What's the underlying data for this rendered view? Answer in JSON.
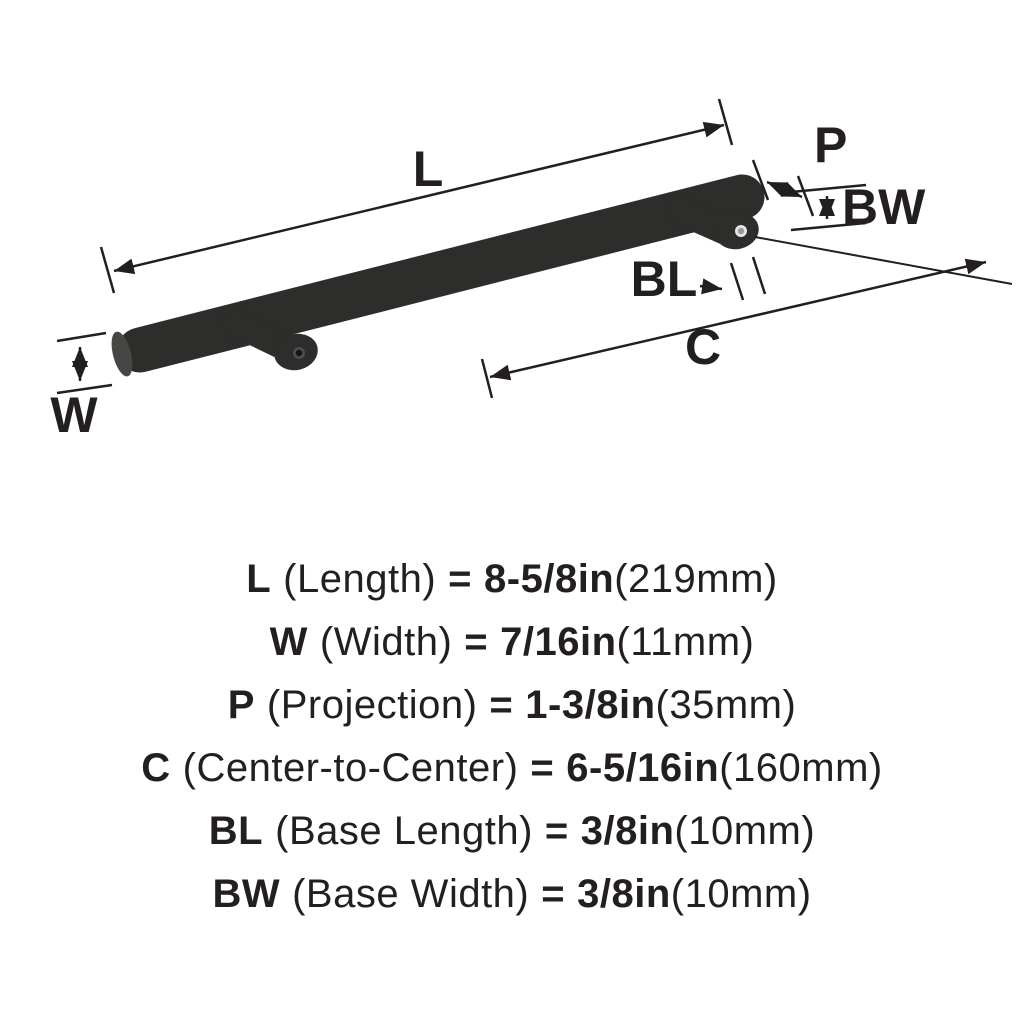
{
  "diagram": {
    "labels": {
      "length": "L",
      "projection": "P",
      "base_width": "BW",
      "base_length": "BL",
      "center_to_center": "C",
      "width": "W"
    }
  },
  "specs": {
    "rows": [
      {
        "abbr": "L",
        "desc": "(Length)",
        "equals": "=",
        "value": "8-5/8in",
        "metric": "(219mm)"
      },
      {
        "abbr": "W",
        "desc": "(Width)",
        "equals": "=",
        "value": "7/16in",
        "metric": "(11mm)"
      },
      {
        "abbr": "P",
        "desc": "(Projection)",
        "equals": "=",
        "value": "1-3/8in",
        "metric": "(35mm)"
      },
      {
        "abbr": "C",
        "desc": "(Center-to-Center)",
        "equals": "=",
        "value": "6-5/16in",
        "metric": "(160mm)"
      },
      {
        "abbr": "BL",
        "desc": "(Base Length)",
        "equals": "=",
        "value": "3/8in",
        "metric": "(10mm)"
      },
      {
        "abbr": "BW",
        "desc": "(Base Width)",
        "equals": "=",
        "value": "3/8in",
        "metric": "(10mm)"
      }
    ]
  },
  "colors": {
    "ink": "#231f20",
    "handle": "#2d2d2c",
    "background": "#ffffff"
  }
}
